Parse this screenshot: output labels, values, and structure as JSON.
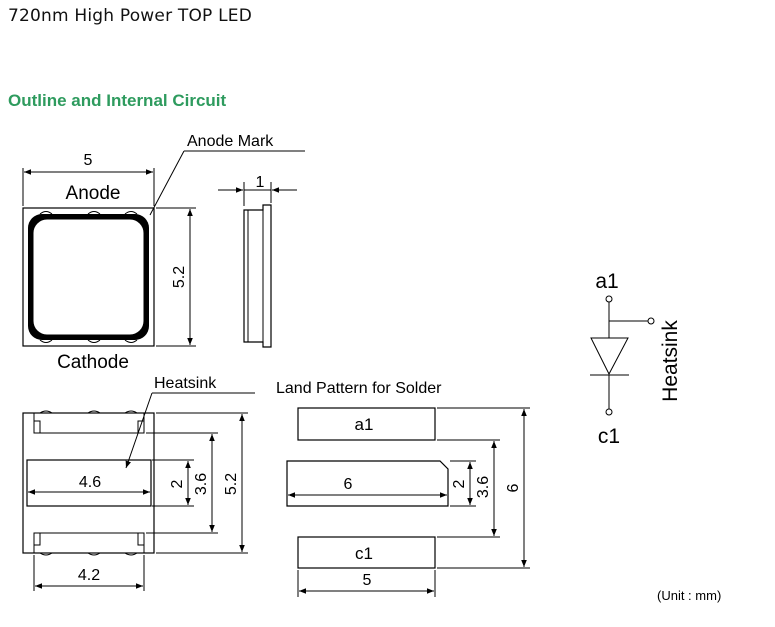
{
  "document": {
    "title": "720nm High Power TOP LED",
    "section_title": "Outline and Internal Circuit",
    "unit_note": "(Unit : mm)"
  },
  "top_view": {
    "width_dim": "5",
    "height_dim": "5.2",
    "anode_label": "Anode",
    "cathode_label": "Cathode",
    "anode_mark_label": "Anode Mark"
  },
  "side_view": {
    "thickness_dim": "1"
  },
  "bottom_view": {
    "heatsink_label": "Heatsink",
    "heatsink_width_dim": "4.6",
    "pad_width_dim": "4.2",
    "heatsink_height_dim": "2",
    "inner_height_dim": "3.6",
    "total_height_dim": "5.2"
  },
  "land_pattern": {
    "title": "Land Pattern for Solder",
    "pad_a1_label": "a1",
    "pad_c1_label": "c1",
    "center_pad_width_dim": "6",
    "pad_width_dim": "5",
    "center_pad_height_dim": "2",
    "inner_height_dim": "3.6",
    "total_height_dim": "6"
  },
  "circuit": {
    "anode_label": "a1",
    "cathode_label": "c1",
    "heatsink_label": "Heatsink"
  }
}
